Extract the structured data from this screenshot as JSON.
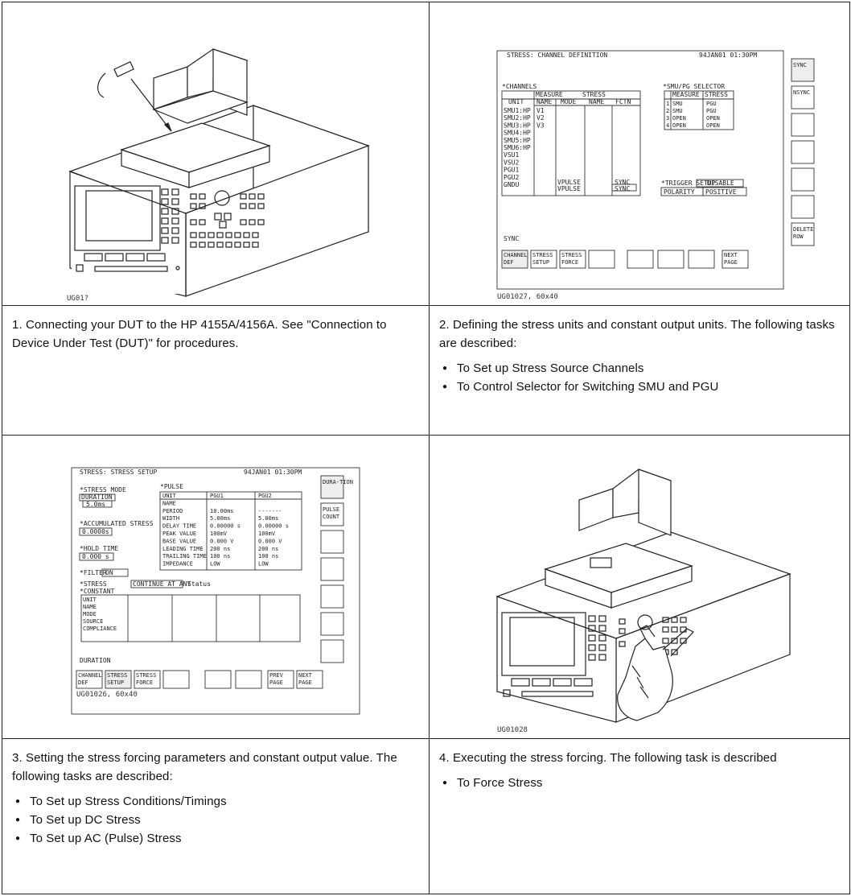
{
  "cells": [
    {
      "figure_id": "UG01?",
      "text": "1. Connecting your DUT to the HP 4155A/4156A. See \"Connection to Device Under Test (DUT)\" for procedures."
    },
    {
      "figure_id": "UG01027, 60x40",
      "text": "2. Defining the stress units and constant output units. The following tasks are described:",
      "bullets": [
        "To Set up Stress Source Channels",
        "To Control Selector for Switching SMU and PGU"
      ]
    },
    {
      "figure_id": "UG01026, 60x40",
      "text": "3. Setting the stress forcing parameters and constant output value. The following tasks are described:",
      "bullets": [
        "To Set up Stress Conditions/Timings",
        "To Set up DC Stress",
        "To Set up AC (Pulse) Stress"
      ]
    },
    {
      "figure_id": "UG01028",
      "text": "4. Executing the stress forcing. The following task is described",
      "bullets": [
        "To Force Stress"
      ]
    }
  ],
  "screen_channel_def": {
    "title": "STRESS: CHANNEL DEFINITION",
    "datetime": "94JAN01 01:30PM",
    "channels_label": "*CHANNELS",
    "col_unit": "UNIT",
    "col_measure": "MEASURE",
    "col_stress": "STRESS",
    "col_name": "NAME",
    "col_mode": "MODE",
    "col_name2": "NAME",
    "col_fctn": "FCTN",
    "units": [
      "SMU1:HP",
      "SMU2:HP",
      "SMU3:HP",
      "SMU4:HP",
      "SMU5:HP",
      "SMU6:HP",
      "VSU1",
      "VSU2",
      "PGU1",
      "PGU2",
      "GNDU"
    ],
    "meas_names": [
      "V1",
      "V2",
      "V3"
    ],
    "pgu1_mode": "VPULSE",
    "pgu2_mode": "VPULSE",
    "pgu1_fctn": "SYNC",
    "pgu2_fctn": "SYNC",
    "selector_label": "*SMU/PG SELECTOR",
    "sel_col_measure": "MEASURE",
    "sel_col_stress": "STRESS",
    "selector_rows": [
      [
        "1",
        "SMU",
        "PGU"
      ],
      [
        "2",
        "SMU",
        "PGU"
      ],
      [
        "3",
        "OPEN",
        "OPEN"
      ],
      [
        "4",
        "OPEN",
        "OPEN"
      ]
    ],
    "trigger_label": "*TRIGGER SETUP",
    "trigger_value": "DISABLE",
    "polarity_label": "POLARITY",
    "polarity_value": "POSITIVE",
    "status_text": "SYNC",
    "side_keys": [
      "SYNC",
      "NSYNC",
      "",
      "",
      "",
      "",
      "DELETE ROW"
    ],
    "bottom_keys": [
      "CHANNEL DEF",
      "STRESS SETUP",
      "STRESS FORCE",
      "",
      "",
      "",
      "",
      "NEXT PAGE"
    ]
  },
  "screen_stress_setup": {
    "title": "STRESS: STRESS SETUP",
    "datetime": "94JAN01 01:30PM",
    "mode_label": "*STRESS MODE",
    "mode_value": "DURATION",
    "mode_time": "5.0ms",
    "accum_label": "*ACCUMULATED STRESS",
    "accum_value": "0.0000s",
    "hold_label": "*HOLD TIME",
    "hold_value": "0.000 s",
    "filter_label": "*FILTER",
    "filter_value": "ON",
    "pulse_label": "*PULSE",
    "pulse_params": [
      "UNIT",
      "NAME",
      "PERIOD",
      "WIDTH",
      "DELAY TIME",
      "PEAK VALUE",
      "BASE VALUE",
      "LEADING TIME",
      "TRAILING TIME",
      "IMPEDANCE"
    ],
    "pgu1_values": [
      "PGU1",
      "",
      "10.00ms",
      "5.00ms",
      "0.00000 s",
      "100mV",
      "0.000 V",
      "200 ns",
      "100 ns",
      "LOW"
    ],
    "pgu2_values": [
      "PGU2",
      "",
      "-------",
      "5.00ms",
      "0.00000 s",
      "100mV",
      "0.000 V",
      "200 ns",
      "100 ns",
      "LOW"
    ],
    "stress_status_label": "*STRESS",
    "stress_status_value": "CONTINUE AT ANY",
    "stress_status_suffix": "Status",
    "constant_label": "*CONSTANT",
    "constant_params": [
      "UNIT",
      "NAME",
      "MODE",
      "SOURCE",
      "COMPLIANCE"
    ],
    "status_text": "DURATION",
    "side_keys": [
      "DURA-TION",
      "PULSE COUNT",
      "",
      "",
      "",
      "",
      ""
    ],
    "bottom_keys": [
      "CHANNEL DEF",
      "STRESS SETUP",
      "STRESS FORCE",
      "",
      "",
      "",
      "PREV PAGE",
      "NEXT PAGE"
    ]
  }
}
